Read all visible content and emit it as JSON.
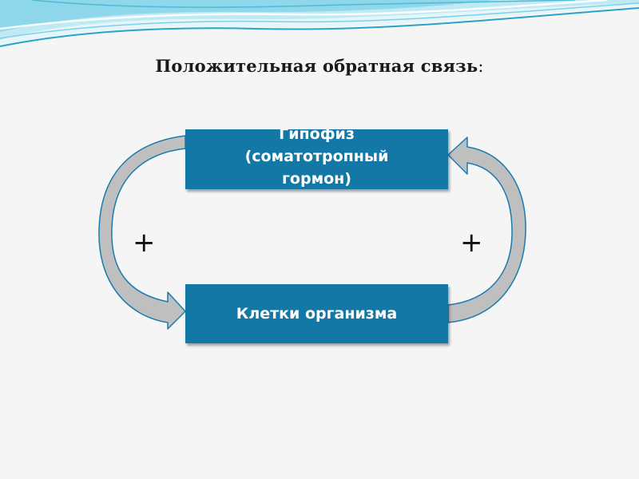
{
  "title": {
    "text": "Положительная обратная связь",
    "colon": ":"
  },
  "boxes": {
    "top": {
      "line1": "Гипофиз",
      "line2": "(соматотропный",
      "line3": "гормон)"
    },
    "bottom": {
      "label": "Клетки организма"
    }
  },
  "signs": {
    "left": "+",
    "right": "+"
  },
  "colors": {
    "box_fill": "#1478a6",
    "arrow_fill": "#bfbfbf",
    "arrow_outline": "#1a7bb0",
    "wave_light": "#aee6f2",
    "wave_dark": "#2aa3c8"
  }
}
